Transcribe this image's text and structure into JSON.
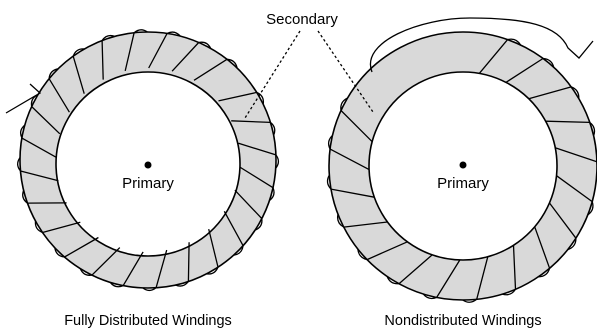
{
  "diagram": {
    "callout_label": "Secondary",
    "left_toroid": {
      "center_label": "Primary",
      "caption": "Fully Distributed Windings"
    },
    "right_toroid": {
      "center_label": "Primary",
      "caption": "Nondistributed Windings"
    }
  },
  "colors": {
    "core_fill": "#d9d9d9",
    "stroke": "#000000",
    "background": "#ffffff"
  }
}
